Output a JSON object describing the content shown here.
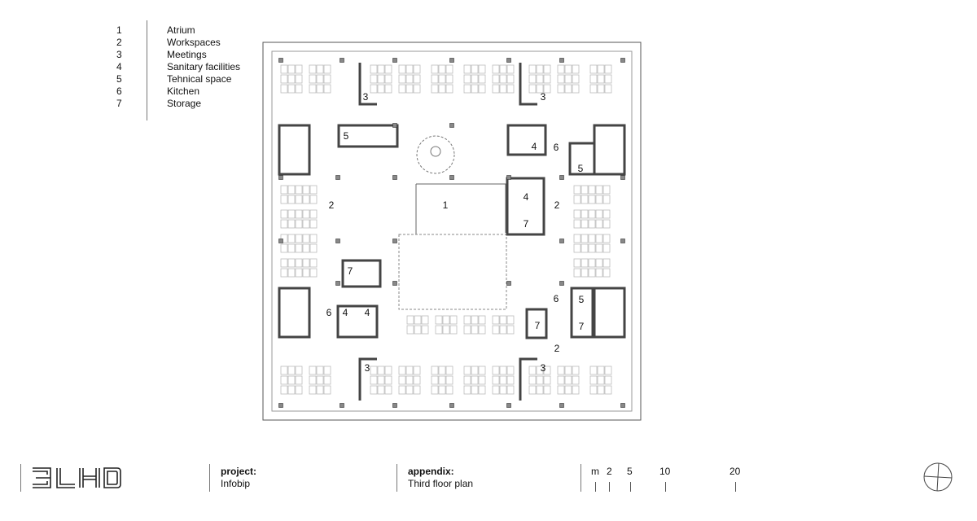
{
  "legend": [
    {
      "num": "1",
      "label": "Atrium"
    },
    {
      "num": "2",
      "label": "Workspaces"
    },
    {
      "num": "3",
      "label": "Meetings"
    },
    {
      "num": "4",
      "label": "Sanitary facilities"
    },
    {
      "num": "5",
      "label": "Tehnical space"
    },
    {
      "num": "6",
      "label": "Kitchen"
    },
    {
      "num": "7",
      "label": "Storage"
    }
  ],
  "plan": {
    "room_labels": [
      "3",
      "3",
      "3",
      "3",
      "5",
      "5",
      "5",
      "4",
      "4",
      "4",
      "4",
      "6",
      "6",
      "6",
      "2",
      "2",
      "2",
      "1",
      "7",
      "7",
      "7",
      "7"
    ]
  },
  "footer": {
    "logo": "3LHD",
    "project_label": "project:",
    "project_value": "Infobip",
    "appendix_label": "appendix:",
    "appendix_value": "Third floor plan",
    "scale": [
      "m",
      "2",
      "5",
      "10",
      "20"
    ]
  }
}
